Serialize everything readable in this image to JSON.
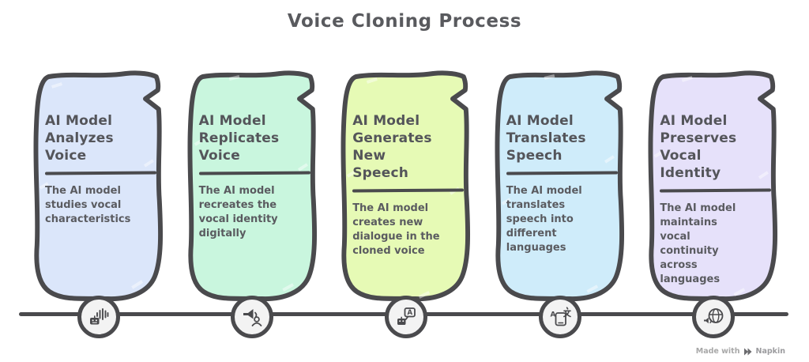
{
  "title": "Voice Cloning Process",
  "colors": {
    "outline": "#4a4a4d",
    "timeline": "#4a4a4d",
    "node_fill": "#f3f3f3",
    "icon": "#4a4a4d",
    "card_title_text": "#54555a",
    "card_desc_text": "#5a5b60",
    "footer_text": "#a8a8a8"
  },
  "cards": [
    {
      "title": "AI Model Analyzes Voice",
      "description": "The AI model studies vocal characteristics",
      "color": "#dbe6fa",
      "icon": "voice-analysis-icon"
    },
    {
      "title": "AI Model Replicates Voice",
      "description": "The AI model recreates the vocal identity digitally",
      "color": "#c9f6de",
      "icon": "voice-replication-icon"
    },
    {
      "title": "AI Model Generates New Speech",
      "description": "The AI model creates new dialogue in the cloned voice",
      "color": "#e6fab5",
      "icon": "speech-generation-icon"
    },
    {
      "title": "AI Model Translates Speech",
      "description": "The AI model translates speech into different languages",
      "color": "#cfecfa",
      "icon": "speech-translation-icon"
    },
    {
      "title": "AI Model Preserves Vocal Identity",
      "description": "The AI model maintains vocal continuity across languages",
      "color": "#e6e1fa",
      "icon": "vocal-identity-icon"
    }
  ],
  "footer": {
    "made_with": "Made with",
    "brand": "Napkin"
  }
}
